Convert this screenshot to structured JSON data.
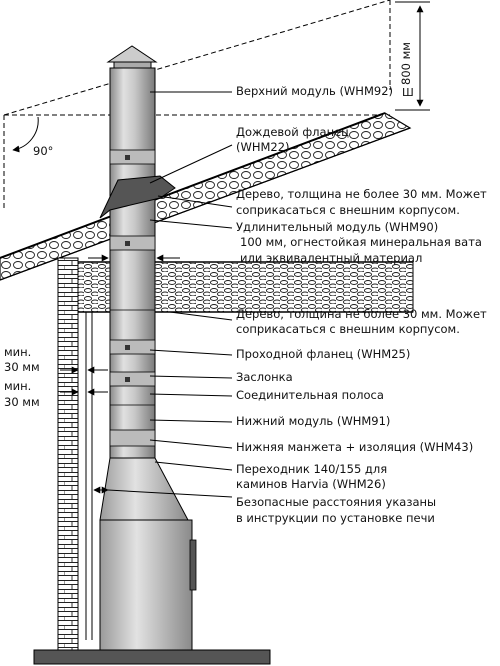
{
  "angle": "90°",
  "height_dim": "800 мм",
  "mark": "Ш",
  "labels": {
    "top_module": "Верхний модуль (WHM92)",
    "rain_flange_1": "Дождевой фланец",
    "rain_flange_2": "(WHM22)",
    "wood_1a": "Дерево, толщина не более 30 мм. Может",
    "wood_1b": "соприкасаться с внешним корпусом.",
    "extension": "Удлинительный модуль (WHM90)",
    "insulation_1": "100 мм, огнестойкая минеральная вата",
    "insulation_2": "или эквивалентный материал",
    "wood_2a": "Дерево, толщина не более 30 мм. Может",
    "wood_2b": "соприкасаться с внешним корпусом.",
    "pass_flange": "Проходной фланец (WHM25)",
    "damper": "Заслонка",
    "strip": "Соединительная полоса",
    "bottom_module": "Нижний модуль (WHM91)",
    "bottom_collar": "Нижняя манжета + изоляция (WHM43)",
    "adapter_1": "Переходник 140/155 для",
    "adapter_2": "каминов Harvia (WHM26)",
    "safety_1": "Безопасные расстояния указаны",
    "safety_2": "в инструкции по установке печи",
    "min1_a": "мин.",
    "min1_b": "30 мм",
    "min2_a": "мин.",
    "min2_b": "30 мм"
  }
}
